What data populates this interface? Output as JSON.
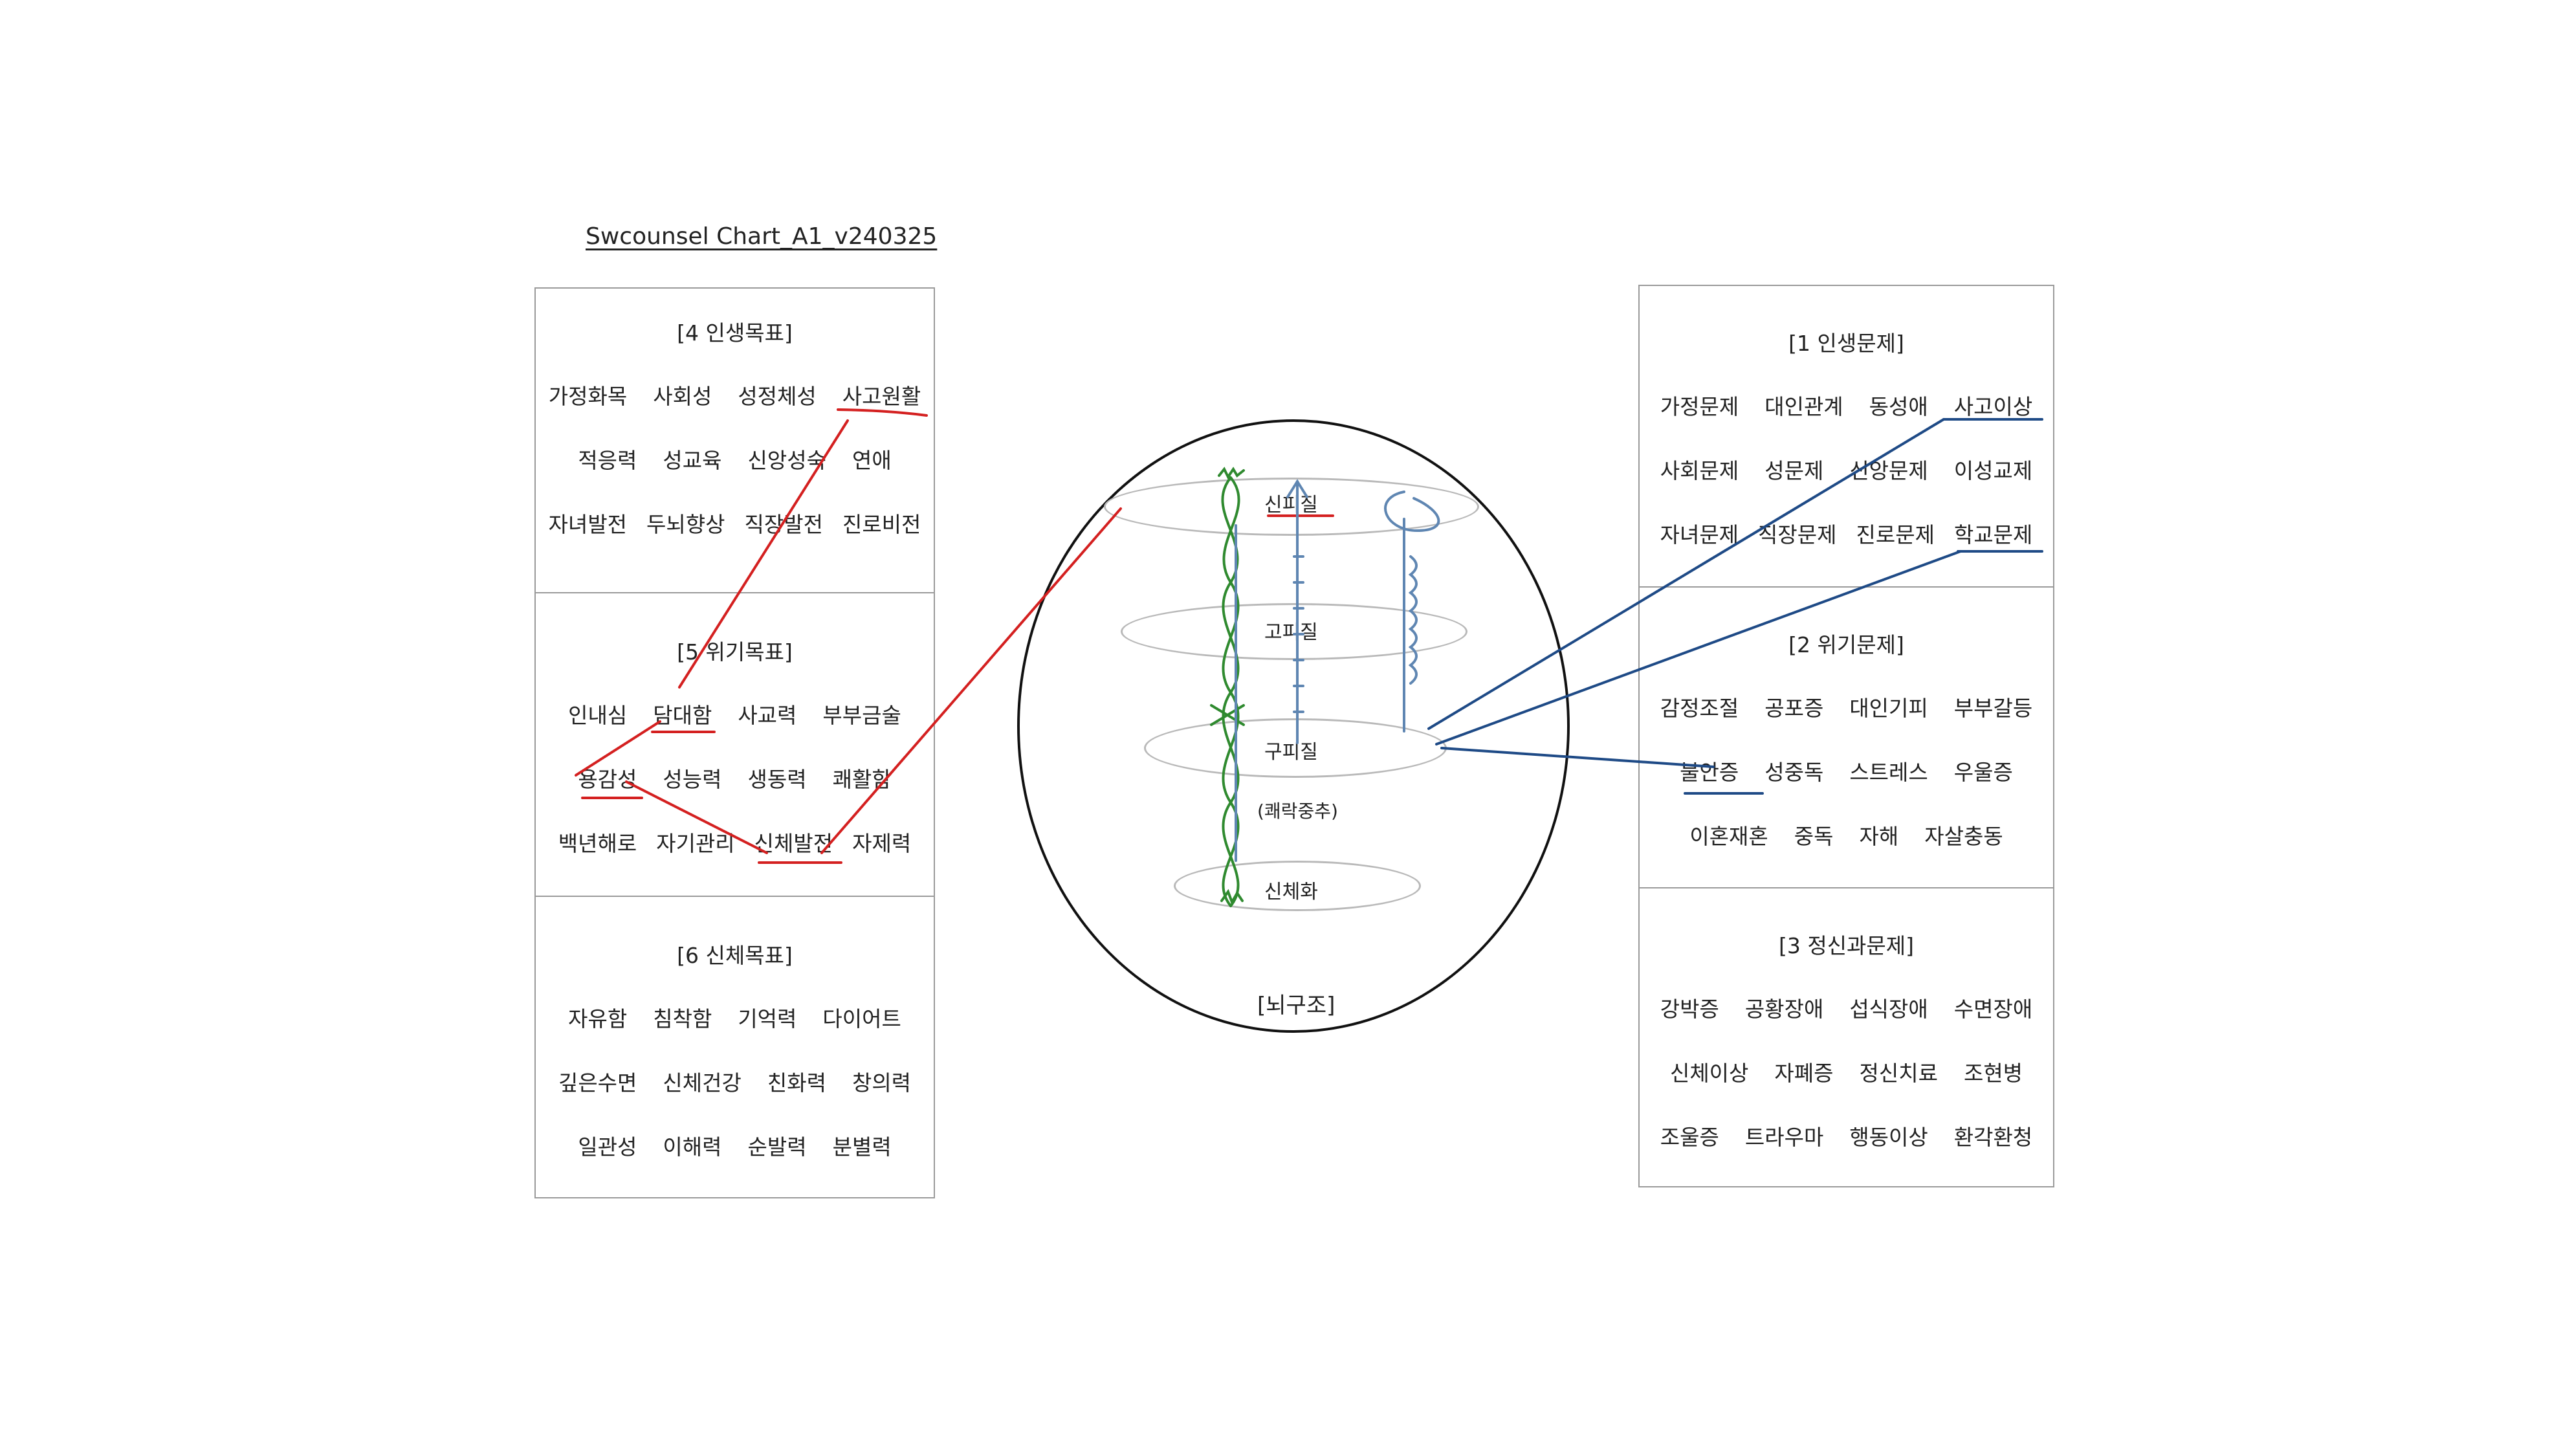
{
  "title": "Swcounsel Chart_A1_v240325",
  "left_panel": {
    "sections": [
      {
        "title": "[4 인생목표]",
        "rows": [
          [
            "가정화목",
            "사회성",
            "성정체성",
            "사고원활"
          ],
          [
            "적응력",
            "성교육",
            "신앙성숙",
            "연애"
          ],
          [
            "자녀발전",
            "두뇌향상",
            "직장발전",
            "진로비전"
          ]
        ]
      },
      {
        "title": "[5 위기목표]",
        "rows": [
          [
            "인내심",
            "담대함",
            "사교력",
            "부부금술"
          ],
          [
            "용감성",
            "성능력",
            "생동력",
            "쾌활함"
          ],
          [
            "백년해로",
            "자기관리",
            "신체발전",
            "자제력"
          ]
        ]
      },
      {
        "title": "[6 신체목표]",
        "rows": [
          [
            "자유함",
            "침착함",
            "기억력",
            "다이어트"
          ],
          [
            "깊은수면",
            "신체건강",
            "친화력",
            "창의력"
          ],
          [
            "일관성",
            "이해력",
            "순발력",
            "분별력"
          ]
        ]
      }
    ]
  },
  "right_panel": {
    "sections": [
      {
        "title": "[1 인생문제]",
        "rows": [
          [
            "가정문제",
            "대인관계",
            "동성애",
            "사고이상"
          ],
          [
            "사회문제",
            "성문제",
            "신앙문제",
            "이성교제"
          ],
          [
            "자녀문제",
            "직장문제",
            "진로문제",
            "학교문제"
          ]
        ]
      },
      {
        "title": "[2 위기문제]",
        "rows": [
          [
            "감정조절",
            "공포증",
            "대인기피",
            "부부갈등"
          ],
          [
            "불안증",
            "성중독",
            "스트레스",
            "우울증"
          ],
          [
            "이혼재혼",
            "중독",
            "자해",
            "자살충동"
          ]
        ]
      },
      {
        "title": "[3 정신과문제]",
        "rows": [
          [
            "강박증",
            "공황장애",
            "섭식장애",
            "수면장애"
          ],
          [
            "신체이상",
            "자폐증",
            "정신치료",
            "조현병"
          ],
          [
            "조울증",
            "트라우마",
            "행동이상",
            "환각환청"
          ]
        ]
      }
    ]
  },
  "brain": {
    "caption": "[뇌구조]",
    "layers": {
      "top": "신피질",
      "second": "고피질",
      "third": "구피질",
      "third_sub": "(쾌락중추)",
      "bottom": "신체화"
    }
  },
  "colors": {
    "red": "#d42020",
    "blue": "#1e4a86",
    "green": "#2f8a2f",
    "steel": "#5f86b2"
  }
}
